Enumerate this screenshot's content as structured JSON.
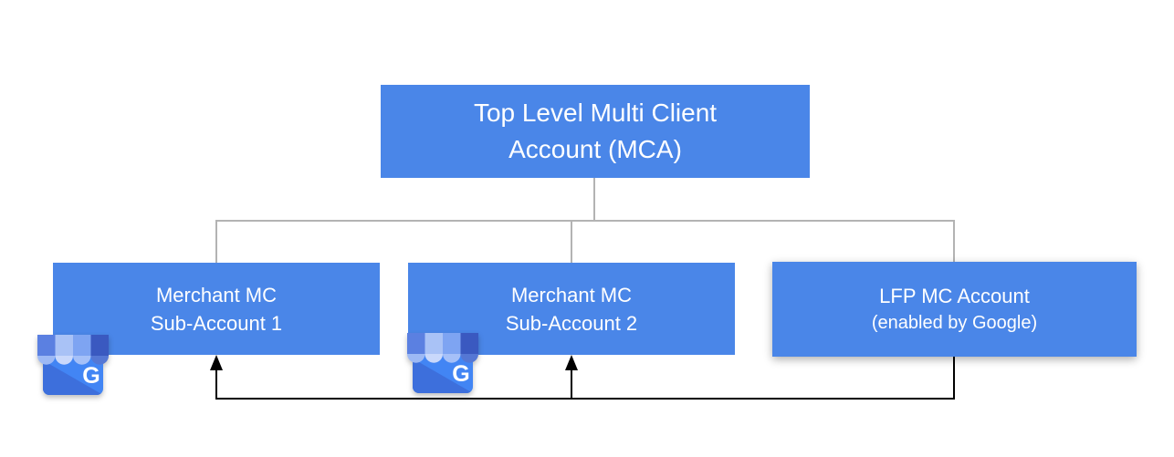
{
  "diagram": {
    "root_box": {
      "line1": "Top Level Multi Client",
      "line2": "Account (MCA)"
    },
    "sub_boxes": [
      {
        "line1": "Merchant MC",
        "line2": "Sub-Account 1"
      },
      {
        "line1": "Merchant MC",
        "line2": "Sub-Account 2"
      },
      {
        "line1": "LFP MC Account",
        "line2": "(enabled by Google)"
      }
    ],
    "icons": {
      "gmb_icon": "google-business-profile-storefront-icon",
      "gmb_letter": "G"
    },
    "colors": {
      "box_blue": "#4a86e8",
      "connector_gray": "#b3b3b3",
      "connector_black": "#000000",
      "text_white": "#ffffff",
      "icon_body_blue": "#4285f4",
      "icon_body_shade": "#3d6fdc",
      "awning_stripe_1": "#5b80e1",
      "awning_stripe_2": "#a9c2f6",
      "awning_stripe_3": "#7ea4f2",
      "awning_stripe_4": "#3a59c0"
    }
  }
}
